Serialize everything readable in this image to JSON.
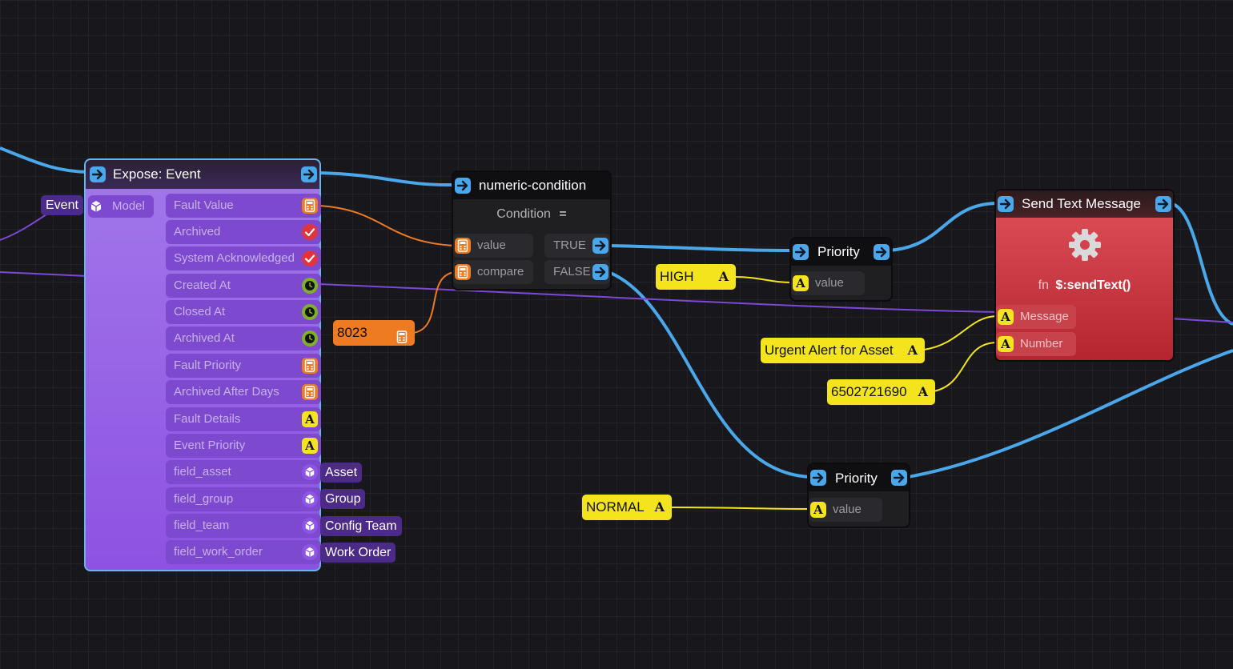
{
  "colors": {
    "canvas": "#18181c",
    "flow_wire": "#4aa8ea",
    "number_wire": "#ee7a22",
    "string_wire": "#f4e41d",
    "object_wire": "#7d48d8",
    "expose_node": "#8d54e6",
    "sms_node": "#d8343d"
  },
  "expose_node": {
    "title": "Expose: Event",
    "model_label": "Model",
    "input_tag": "Event",
    "fields": [
      {
        "label": "Fault Value",
        "icon": "calculator-icon"
      },
      {
        "label": "Archived",
        "icon": "checkmark-icon"
      },
      {
        "label": "System Acknowledged",
        "icon": "checkmark-icon"
      },
      {
        "label": "Created At",
        "icon": "clock-icon"
      },
      {
        "label": "Closed At",
        "icon": "clock-icon"
      },
      {
        "label": "Archived At",
        "icon": "clock-icon"
      },
      {
        "label": "Fault Priority",
        "icon": "calculator-icon"
      },
      {
        "label": "Archived After Days",
        "icon": "calculator-icon"
      },
      {
        "label": "Fault Details",
        "icon": "string-icon"
      },
      {
        "label": "Event Priority",
        "icon": "string-icon"
      },
      {
        "label": "field_asset",
        "icon": "cube-icon",
        "tag": "Asset"
      },
      {
        "label": "field_group",
        "icon": "cube-icon",
        "tag": "Group"
      },
      {
        "label": "field_team",
        "icon": "cube-icon",
        "tag": "Config Team"
      },
      {
        "label": "field_work_order",
        "icon": "cube-icon",
        "tag": "Work Order"
      }
    ]
  },
  "condition_node": {
    "title": "numeric-condition",
    "condition_label": "Condition",
    "condition_operator": "=",
    "input_value": "value",
    "input_compare": "compare",
    "output_true": "TRUE",
    "output_false": "FALSE"
  },
  "number_literal": {
    "value": "8023"
  },
  "priority_high": {
    "title": "Priority",
    "input_label": "value",
    "literal": "HIGH"
  },
  "priority_normal": {
    "title": "Priority",
    "input_label": "value",
    "literal": "NORMAL"
  },
  "sms_node": {
    "title": "Send Text Message",
    "fn_prefix": "fn",
    "function_name": "$:sendText()",
    "input_message": "Message",
    "input_number": "Number",
    "message_literal": "Urgent Alert for Asset",
    "number_literal": "6502721690"
  }
}
